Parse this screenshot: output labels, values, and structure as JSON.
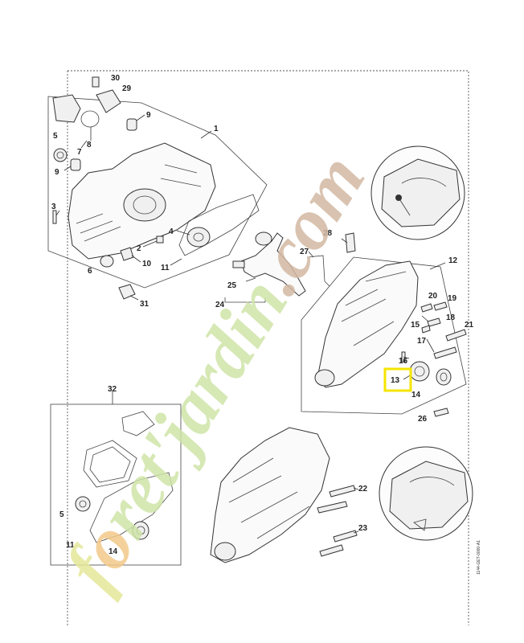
{
  "callouts": [
    "1",
    "2",
    "3",
    "4",
    "5",
    "6",
    "7",
    "8",
    "9",
    "9",
    "10",
    "11",
    "12",
    "13",
    "14",
    "15",
    "16",
    "17",
    "18",
    "19",
    "20",
    "21",
    "22",
    "23",
    "24",
    "25",
    "26",
    "27",
    "28",
    "29",
    "30",
    "31",
    "32",
    "5",
    "11",
    "14"
  ],
  "highlight_label": "13",
  "doc_code": "1144-GET-0000-A1",
  "watermark": {
    "text": "foret'jardin.com",
    "colors": {
      "f": "#e5e89a",
      "o": "#f3c98a",
      "rest": "#cfe4a8",
      "com": "#d3b9a3"
    }
  },
  "colors": {
    "highlight": "#f5e400"
  }
}
